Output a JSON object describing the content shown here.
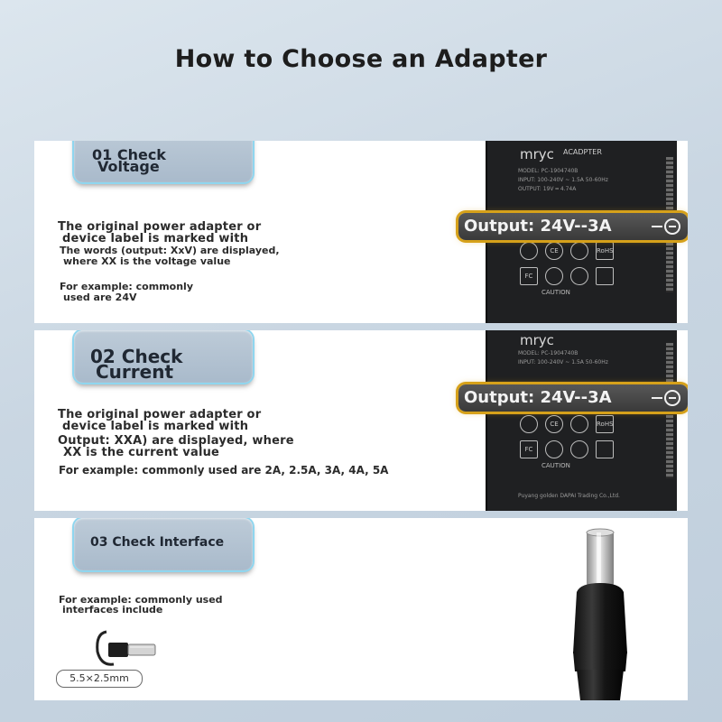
{
  "title": "How to Choose an Adapter",
  "sections": [
    {
      "badge_line1": "01 Check",
      "badge_line2": "Voltage",
      "text1": "The original power adapter or",
      "text2": "device label is marked with",
      "text3": "The words (output: XxV) are displayed,",
      "text4": "where XX is the voltage value",
      "example1": "For example: commonly",
      "example2": "used are 24V",
      "output_label": "Output: 24V--3A"
    },
    {
      "badge_line1": "02 Check",
      "badge_line2": "Current",
      "text1": "The original power adapter or",
      "text2": "device label is marked with",
      "text3": "Output: XXA) are displayed, where",
      "text4": "XX is the current value",
      "example": "For example: commonly used are 2A, 2.5A, 3A, 4A, 5A",
      "output_label": "Output: 24V--3A"
    },
    {
      "badge_line1": "03 Check Interface",
      "example1": "For example: commonly used",
      "example2": "interfaces include",
      "connector_size": "5.5×2.5mm"
    }
  ],
  "adapter_label": {
    "brand": "mryc",
    "type": "ACADPTER",
    "model": "MODEL: PC-1904740B",
    "input": "INPUT: 100-240V ~ 1.5A 50-60Hz",
    "output": "OUTPUT: 19V ═ 4.74A",
    "caution": "CAUTION",
    "rohs": "RoHS",
    "ce": "CE",
    "fc": "FC",
    "manufacturer": "Puyang golden DAPAI Trading Co.,Ltd."
  }
}
